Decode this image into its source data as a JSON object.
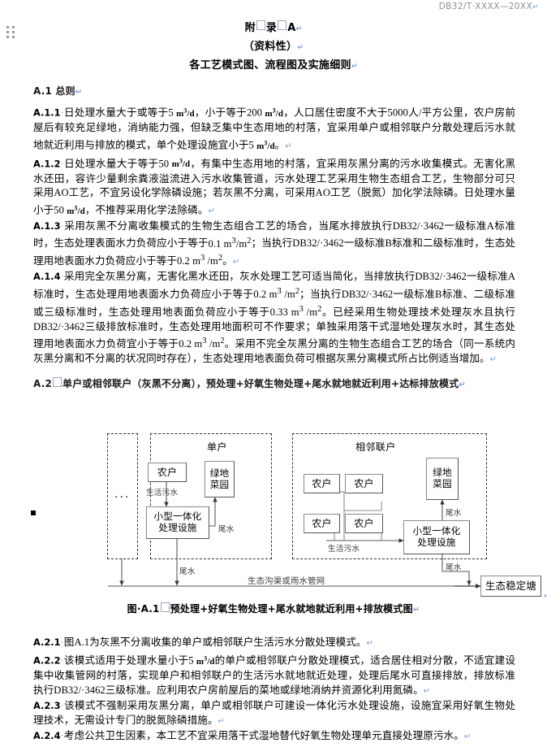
{
  "header": {
    "standard_code": "DB32/T·XXXX—20XX",
    "mark": "↵"
  },
  "title": {
    "line1_a": "附",
    "line1_b": "录",
    "line1_c": "A",
    "line2": "（资料性）",
    "line3": "各工艺模式图、流程图及实施细则"
  },
  "sections": {
    "a1_heading": "A.1 总则",
    "a2_heading_num": "A.2",
    "a2_heading_text": "单户或相邻联户（灰黑不分离），预处理+好氧生物处理+尾水就地就近利用+达标排放模式",
    "a1_1_num": "A.1.1",
    "a1_1_text_1": "日处理水量大于或等于5 ",
    "a1_1_unit_1": "m³/d",
    "a1_1_text_2": "，小于等于200 ",
    "a1_1_unit_2": "m³/d",
    "a1_1_text_3": "，人口居住密度不大于5000人/平方公里，农户房前屋后有较充足绿地，消纳能力强，但缺乏集中生态用地的村落，宜采用单户或相邻联户分散处理后污水就地就近利用与排放的模式，单个处理设施宜小于5 ",
    "a1_1_unit_3": "m³/d",
    "a1_1_text_4": "。",
    "a1_2_num": "A.1.2",
    "a1_2_text_1": "日处理水量大于等于50 ",
    "a1_2_unit_1": "m³/d",
    "a1_2_text_2": "，有集中生态用地的村落，宜采用灰黑分离的污水收集模式。无害化黑水还田，容许少量剩余粪液溢流进入污水收集管道，污水处理工艺采用生物生态组合工艺，生物部分可只采用AO工艺，不宜另设化学除磷设施；若灰黑不分离，可采用AO工艺（脱氮）加化学法除磷。日处理水量小于50 ",
    "a1_2_unit_2": "m³/d",
    "a1_2_text_3": "，不推荐采用化学法除磷。",
    "a1_3_num": "A.1.3",
    "a1_3_text_1": "采用灰黑不分离收集模式的生物生态组合工艺的场合，当尾水排放执行",
    "a1_3_std_1": "DB32/·3462",
    "a1_3_text_2": "一级标准A标准时，生态处理表面水力负荷应小于等于",
    "a1_3_val_1": "0.1 m³/m²",
    "a1_3_text_3": "；当执行",
    "a1_3_std_2": "DB32/·3462",
    "a1_3_text_4": "一级标准B标准和二级标准时，生态处理用地表面水力负荷应小于等于",
    "a1_3_val_2": "0.2 m³ /m²",
    "a1_3_text_5": "。",
    "a1_4_num": "A.1.4",
    "a1_4_text_1": "采用完全灰黑分离，无害化黑水还田，灰水处理工艺可适当简化，当排放执行",
    "a1_4_std_1": "DB32/·3462",
    "a1_4_text_2": "一级标准A标准时，生态处理用地表面水力负荷应小于等于",
    "a1_4_val_1": "0.2 m³ /m²",
    "a1_4_text_3": "；当执行",
    "a1_4_std_2": "DB32/·3462",
    "a1_4_text_4": "一级标准B标准、二级标准或三级标准时，生态处理用地表面负荷应小于等于",
    "a1_4_val_2": "0.33 m³ /m²",
    "a1_4_text_5": "。已经采用生物处理技术处理灰水且执行",
    "a1_4_std_3": "DB32/·3462",
    "a1_4_text_6": "三级排放标准时，生态处理用地面积可不作要求；单独采用落干式湿地处理灰水时，其生态处理用地表面水力负荷宜小于等于",
    "a1_4_val_3": "0.2 m³ /m²",
    "a1_4_text_7": "。采用不完全灰黑分离的生物生态组合工艺的场合（同一系统内灰黑分离和不分离的状况同时存在），生态处理用地表面负荷可根据灰黑分离模式所占比例适当增加。",
    "a2_1_num": "A.2.1",
    "a2_1_text": "图A.1为灰黑不分离收集的单户或相邻联户生活污水分散处理模式。",
    "a2_2_num": "A.2.2",
    "a2_2_text_1": "该模式适用于处理水量小于5 ",
    "a2_2_unit_1": "m³/d",
    "a2_2_text_2": "的单户或相邻联户分散处理模式，适合居住相对分散，不适宜建设集中收集管网的村落，实现单户和相邻联户的生活污水就地就近处理，处理后尾水可直接排放，排放标准执行",
    "a2_2_std_1": "DB32/·3462",
    "a2_2_text_3": "三级标准。应利用农户房前屋后的菜地或绿地消纳并资源化利用氮磷。",
    "a2_3_num": "A.2.3",
    "a2_3_text": "该模式不强制采用灰黑分离，单户或相邻联户可建设一体化污水处理设施，设施宜采用好氧生物处理技术，无需设计专门的脱氮除磷措施。",
    "a2_4_num": "A.2.4",
    "a2_4_text": "考虑公共卫生因素，本工艺不宜采用落干式湿地替代好氧生物处理单元直接处理原污水。"
  },
  "figure": {
    "caption_prefix": "图·A.1",
    "caption_text": "预处理+好氧生物处理+尾水就地就近利用+排放模式图",
    "panel_single_title": "单户",
    "panel_joint_title": "相邻联户",
    "ellipsis": "...",
    "node_household": "农户",
    "node_green_line1": "绿地",
    "node_green_line2": "菜园",
    "node_facility_line1": "小型一体化",
    "node_facility_line2": "处理设施",
    "node_pond": "生态稳定塘",
    "label_sewage": "生活污水",
    "label_effluent": "尾水",
    "label_channel": "生态沟渠或雨水管网"
  },
  "colors": {
    "header_gray": "#8d8d8d",
    "mark_blue": "#7b9fd4",
    "node_border": "#8a8a8a",
    "panel_dash": "#333333"
  }
}
